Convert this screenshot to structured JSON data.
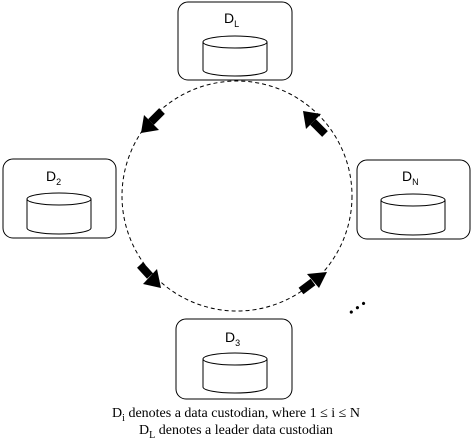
{
  "nodes": {
    "leader": {
      "main": "D",
      "sub": "L"
    },
    "d2": {
      "main": "D",
      "sub": "2"
    },
    "dn": {
      "main": "D",
      "sub": "N"
    },
    "d3": {
      "main": "D",
      "sub": "3"
    }
  },
  "ellipsis": "• • •",
  "caption": {
    "line1": {
      "prefix": "D",
      "sub": "i",
      "text": " denotes a data custodian, where 1 ≤ i ≤ N"
    },
    "line2": {
      "prefix": "D",
      "sub": "L",
      "text": " denotes a leader data custodian"
    }
  }
}
